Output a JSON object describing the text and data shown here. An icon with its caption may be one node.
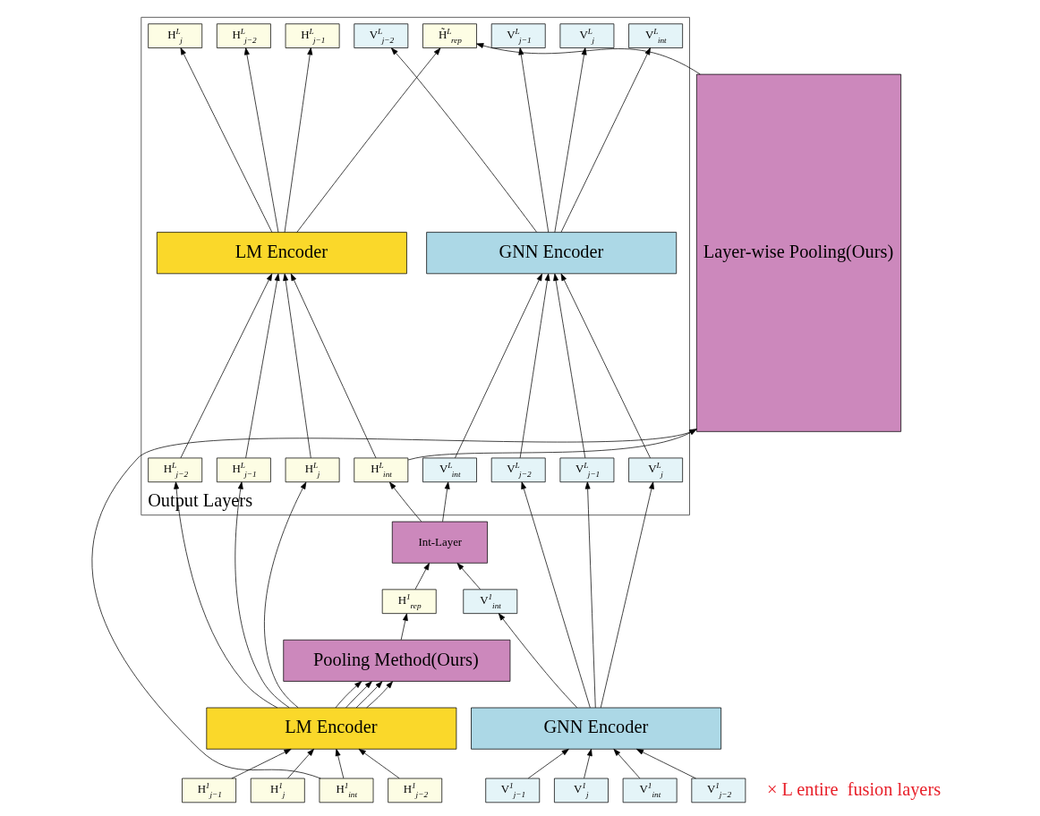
{
  "diagram": {
    "nodes": [
      {
        "text": [
          "Output Layers"
        ]
      },
      {
        "text": [
          "H̃$^{L}$$_{rep}$"
        ],
        "in": 0
      },
      {
        "text": [
          "H$^{L}$$_{j−2}$"
        ],
        "in": 0
      },
      {
        "text": [
          "H$^{L}$$_{j−1}$"
        ],
        "in": 0
      },
      {
        "text": [
          "H$^{L}$$_{j}$"
        ],
        "in": 0
      },
      {
        "text": [
          "V$^{L}$$_{int}$"
        ],
        "in": 0
      },
      {
        "text": [
          "V$^{L}$$_{j−2}$"
        ],
        "in": 0
      },
      {
        "text": [
          "V$^{L}$$_{j−1}$"
        ],
        "in": 0
      },
      {
        "text": [
          "V$^{L}$$_{j}$"
        ],
        "in": 0
      },
      {
        "text": [
          "LM Encoder"
        ],
        "in": 0
      },
      {
        "text": [
          "GNN Encoder"
        ],
        "in": 0
      },
      {
        "text": [
          "H$^{L}$$_{int}$"
        ],
        "in": 0
      },
      {
        "text": [
          "H$^{L}$$_{j−2}$"
        ],
        "in": 0
      },
      {
        "text": [
          "H$^{L}$$_{j−1}$"
        ],
        "in": 0
      },
      {
        "text": [
          "H$^{L}$$_{j}$"
        ],
        "in": 0
      },
      {
        "text": [
          "V$^{L}$$_{int}$"
        ],
        "in": 0
      },
      {
        "text": [
          "V$^{L}$$_{j−2}$"
        ],
        "in": 0
      },
      {
        "text": [
          "V$^{L}$$_{j−1}$"
        ],
        "in": 0
      },
      {
        "text": [
          "V$^{L}$$_{j}$"
        ],
        "in": 0
      },
      {
        "text": [
          "Layer-wise Pooling(Ours)"
        ]
      },
      {
        "text": [
          "Int-Layer"
        ]
      },
      {
        "text": [
          "H$^{1}$$_{rep}$"
        ]
      },
      {
        "text": [
          "V$^{1}$$_{int}$"
        ]
      },
      {
        "text": [
          "Pooling Method(Ours)"
        ]
      },
      {
        "text": [
          "LM Encoder"
        ]
      },
      {
        "text": [
          "GNN Encoder"
        ]
      },
      {
        "text": [
          "H$^{1}$$_{int}$"
        ]
      },
      {
        "text": [
          "H$^{1}$$_{j−2}$"
        ]
      },
      {
        "text": [
          "H$^{1}$$_{j−1}$"
        ]
      },
      {
        "text": [
          "H$^{1}$$_{j}$"
        ]
      },
      {
        "text": [
          "V$^{1}$$_{int}$"
        ]
      },
      {
        "text": [
          "V$^{1}$$_{j−2}$"
        ]
      },
      {
        "text": [
          "V$^{1}$$_{j−1}$"
        ]
      },
      {
        "text": [
          "V$^{1}$$_{j}$"
        ]
      }
    ],
    "edges": [
      {
        "from": 26,
        "to": 24,
        "arrow": "to"
      },
      {
        "from": 27,
        "to": 24,
        "arrow": "to"
      },
      {
        "from": 28,
        "to": 24,
        "arrow": "to"
      },
      {
        "from": 29,
        "to": 24,
        "arrow": "to"
      },
      {
        "from": 30,
        "to": 25,
        "arrow": "to"
      },
      {
        "from": 31,
        "to": 25,
        "arrow": "to"
      },
      {
        "from": 32,
        "to": 25,
        "arrow": "to"
      },
      {
        "from": 33,
        "to": 25,
        "arrow": "to"
      },
      {
        "from": 24,
        "to": 23,
        "arrow": "to"
      },
      {
        "from": 24,
        "to": 23,
        "arrow": "to"
      },
      {
        "from": 24,
        "to": 23,
        "arrow": "to"
      },
      {
        "from": 24,
        "to": 23,
        "arrow": "to"
      },
      {
        "from": 23,
        "to": 21,
        "arrow": "to"
      },
      {
        "from": 25,
        "to": 22,
        "arrow": "to"
      },
      {
        "from": 25,
        "to": 16,
        "arrow": "to"
      },
      {
        "from": 25,
        "to": 17,
        "arrow": "to"
      },
      {
        "from": 25,
        "to": 18,
        "arrow": "to"
      },
      {
        "from": 21,
        "to": 20,
        "arrow": "to"
      },
      {
        "from": 22,
        "to": 20,
        "arrow": "to"
      },
      {
        "from": 20,
        "to": 11,
        "arrow": "to"
      },
      {
        "from": 20,
        "to": 15,
        "arrow": "to"
      },
      {
        "from": 24,
        "to": 12,
        "arrow": "to"
      },
      {
        "from": 24,
        "to": 13,
        "arrow": "to"
      },
      {
        "from": 24,
        "to": 14,
        "arrow": "to"
      },
      {
        "from": 11,
        "to": 9,
        "arrow": "to"
      },
      {
        "from": 12,
        "to": 9,
        "arrow": "to"
      },
      {
        "from": 13,
        "to": 9,
        "arrow": "to"
      },
      {
        "from": 14,
        "to": 9,
        "arrow": "to"
      },
      {
        "from": 15,
        "to": 10,
        "arrow": "to"
      },
      {
        "from": 16,
        "to": 10,
        "arrow": "to"
      },
      {
        "from": 17,
        "to": 10,
        "arrow": "to"
      },
      {
        "from": 18,
        "to": 10,
        "arrow": "to"
      },
      {
        "from": 9,
        "to": 1,
        "arrow": "to"
      },
      {
        "from": 9,
        "to": 2,
        "arrow": "to"
      },
      {
        "from": 9,
        "to": 3,
        "arrow": "to"
      },
      {
        "from": 9,
        "to": 4,
        "arrow": "to"
      },
      {
        "from": 10,
        "to": 5,
        "arrow": "to"
      },
      {
        "from": 10,
        "to": 6,
        "arrow": "to"
      },
      {
        "from": 10,
        "to": 7,
        "arrow": "to"
      },
      {
        "from": 10,
        "to": 8,
        "arrow": "to"
      },
      {
        "from": 19,
        "to": 1,
        "arrow": "to"
      },
      {
        "from": 11,
        "to": 19,
        "arrow": "to"
      },
      {
        "from": 26,
        "to": 19,
        "arrow": "to"
      }
    ],
    "labels": [
      "× L entire  fusion layers"
    ]
  }
}
